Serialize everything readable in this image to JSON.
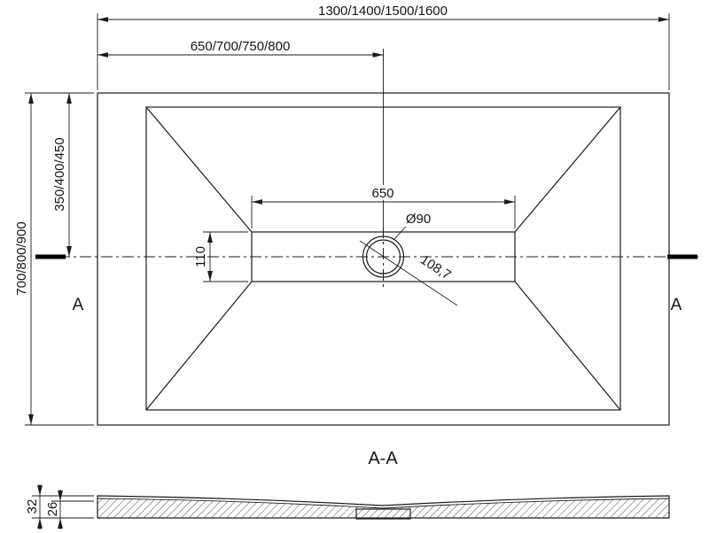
{
  "sheet": {
    "top_view": {
      "dim_total_width": "1300/1400/1500/1600",
      "dim_half_width": "650/700/750/800",
      "dim_total_depth": "700/800/900",
      "dim_half_depth": "350/400/450",
      "dim_flat_width": "650",
      "dim_flat_depth": "110",
      "dim_drain_diameter": "Ø90",
      "dim_drain_diagonal": "108,7",
      "section_marker_left": "A",
      "section_marker_right": "A"
    },
    "section_view": {
      "title": "A-A",
      "dim_total_height": "32",
      "dim_base_height": "26"
    },
    "colors": {
      "line": "#1b1b1b",
      "background": "#ffffff"
    }
  }
}
